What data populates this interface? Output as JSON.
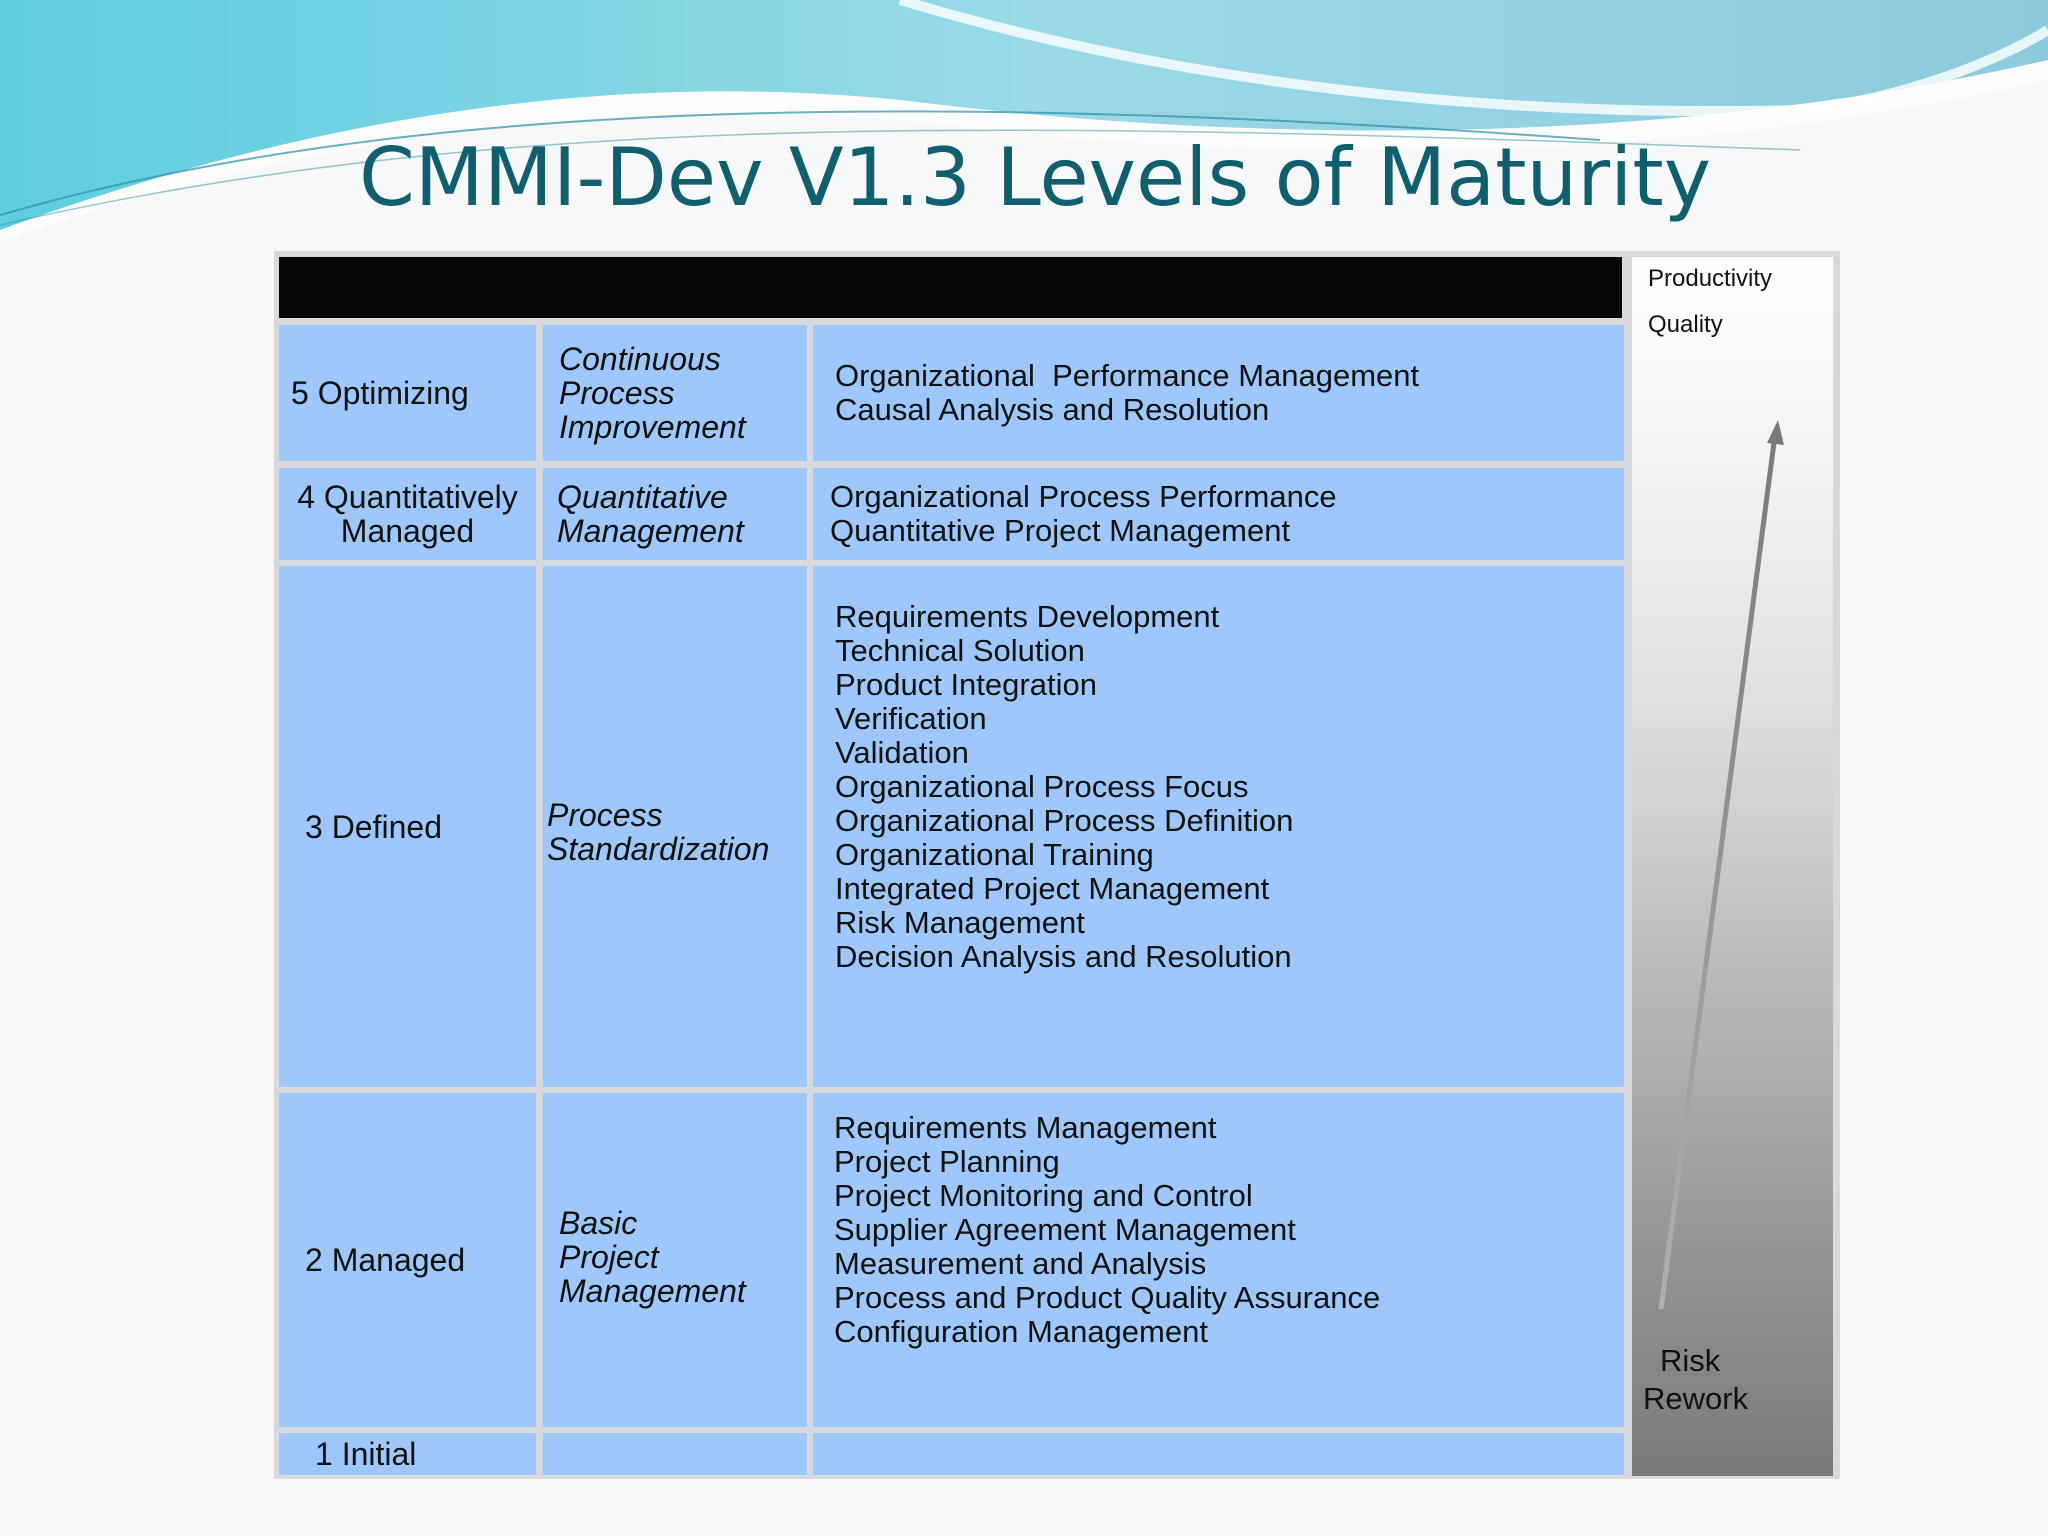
{
  "title": "CMMI-Dev V1.3 Levels of Maturity",
  "levels": [
    {
      "level": "5 Optimizing",
      "focus": [
        "Continuous",
        "Process",
        "Improvement"
      ],
      "process_areas": [
        "Organizational  Performance Management",
        "Causal Analysis and Resolution"
      ]
    },
    {
      "level": [
        "4 Quantitatively",
        "Managed"
      ],
      "focus": [
        "Quantitative",
        "Management"
      ],
      "process_areas": [
        "Organizational Process Performance",
        "Quantitative Project Management"
      ]
    },
    {
      "level": "3 Defined",
      "focus": [
        "Process",
        "Standardization"
      ],
      "process_areas": [
        "Requirements Development",
        "Technical Solution",
        "Product Integration",
        "Verification",
        "Validation",
        "Organizational Process Focus",
        "Organizational Process Definition",
        "Organizational Training",
        "Integrated Project Management",
        "Risk Management",
        "Decision Analysis and Resolution"
      ]
    },
    {
      "level": "2 Managed",
      "focus": [
        "Basic",
        "Project",
        "Management"
      ],
      "process_areas": [
        "Requirements Management",
        "Project Planning",
        "Project Monitoring and Control",
        "Supplier Agreement Management",
        "Measurement and Analysis",
        "Process and Product Quality Assurance",
        "Configuration Management"
      ]
    },
    {
      "level": "1 Initial",
      "focus": [],
      "process_areas": []
    }
  ],
  "sidebar": {
    "top_labels": [
      "Productivity",
      "Quality"
    ],
    "bottom_labels": [
      "Risk",
      "Rework"
    ]
  }
}
